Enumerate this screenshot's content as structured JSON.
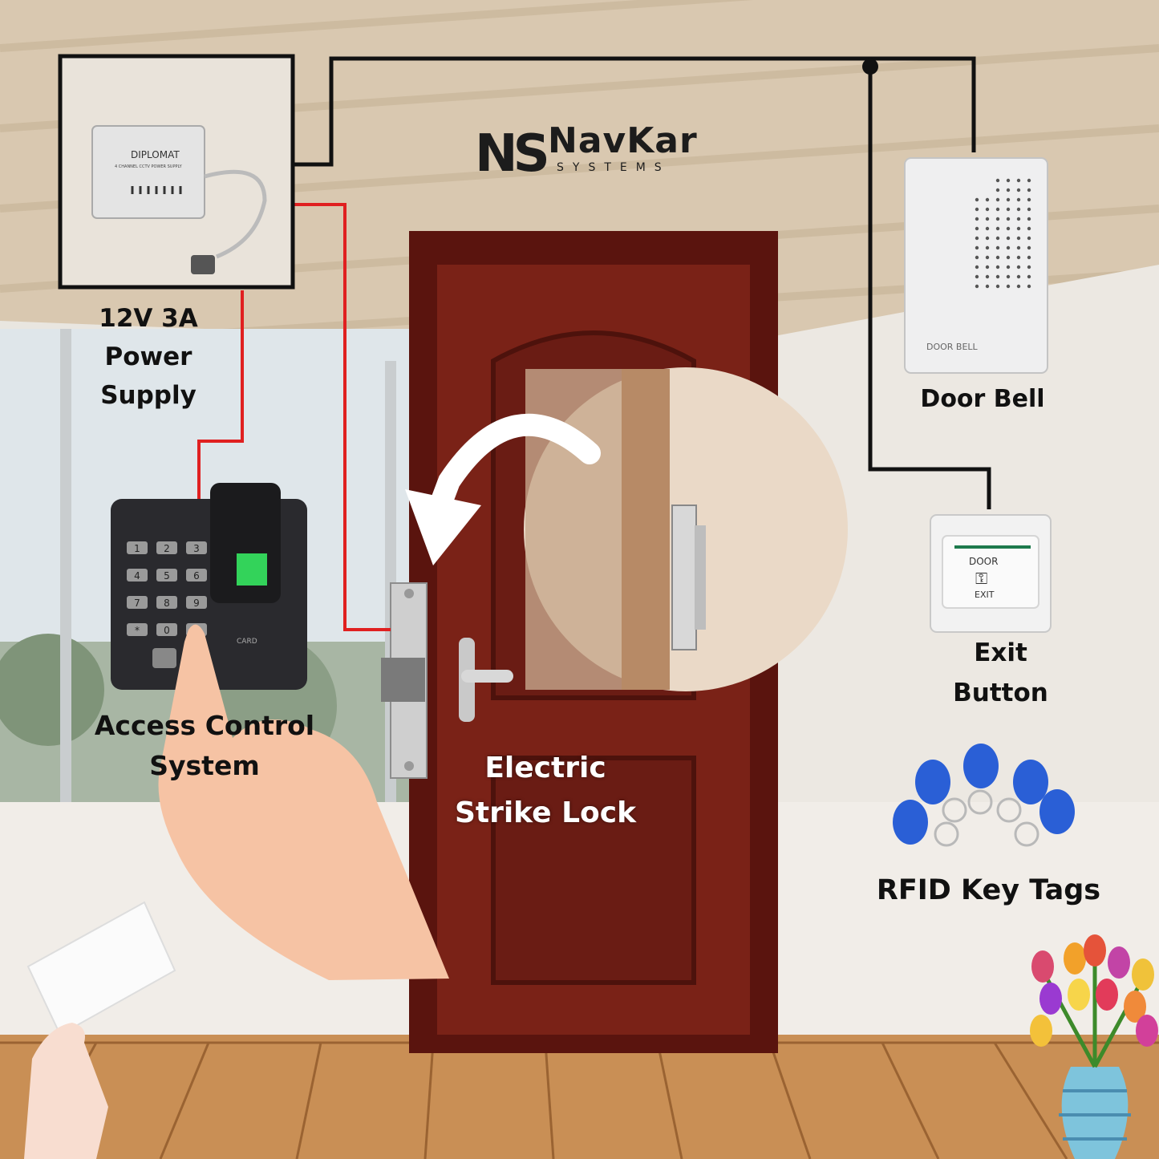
{
  "brand": {
    "name": "NavKar",
    "tagline": "SYSTEMS",
    "monogram": "NS"
  },
  "components": {
    "power_supply": {
      "label_line1": "12V 3A",
      "label_line2": "Power",
      "label_line3": "Supply",
      "device_brand": "DIPLOMAT",
      "device_caption": "4 CHANNEL CCTV POWER SUPPLY"
    },
    "access_control": {
      "label_line1": "Access Control",
      "label_line2": "System",
      "keypad_keys": [
        "1",
        "2",
        "3",
        "4",
        "5",
        "6",
        "7",
        "8",
        "9",
        "*",
        "0",
        "#"
      ],
      "card_icon_text": "CARD"
    },
    "strike_lock": {
      "label_line1": "Electric",
      "label_line2": "Strike Lock"
    },
    "door_bell": {
      "label": "Door Bell",
      "device_text": "DOOR BELL"
    },
    "exit_button": {
      "label_line1": "Exit",
      "label_line2": "Button",
      "device_text_top": "DOOR",
      "device_text_bottom": "EXIT"
    },
    "rfid_tags": {
      "label": "RFID Key Tags"
    }
  },
  "colors": {
    "wire_black": "#111111",
    "wire_red": "#e02020",
    "door": "#6e1c14",
    "floor": "#c98f55",
    "rfid_blue": "#2a5fd6"
  }
}
